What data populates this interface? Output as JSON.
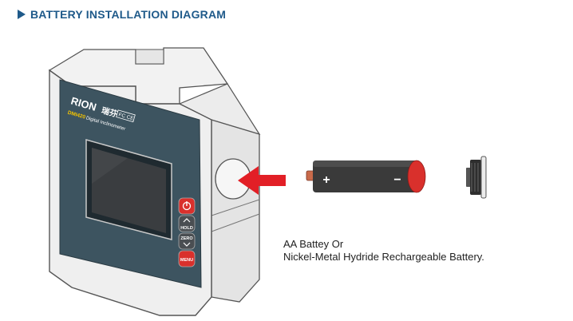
{
  "heading": {
    "title": "BATTERY INSTALLATION DIAGRAM"
  },
  "device": {
    "brand": "RION",
    "brand_cn": "瑞芬",
    "model": "DMI420",
    "product": "Digital Inclinometer",
    "cert_marks": "FC CE",
    "buttons": [
      {
        "label": "",
        "icon": "power-icon",
        "color": "#d9302c"
      },
      {
        "label": "HOLD",
        "icon": "chevron-up-icon",
        "color": "#4a4e52"
      },
      {
        "label": "ZERO",
        "icon": "chevron-down-icon",
        "color": "#4a4e52"
      },
      {
        "label": "MENU",
        "icon": "",
        "color": "#d9302c"
      }
    ]
  },
  "battery": {
    "plus": "+",
    "minus": "−"
  },
  "caption": {
    "line1": "AA Battey Or",
    "line2": "Nickel-Metal Hydride Rechargeable Battery."
  },
  "colors": {
    "heading": "#1f5a8a",
    "arrow": "#e21f26",
    "panel": "#3d5460",
    "battery_body": "#3a3a3a",
    "battery_end": "#d9302c"
  }
}
